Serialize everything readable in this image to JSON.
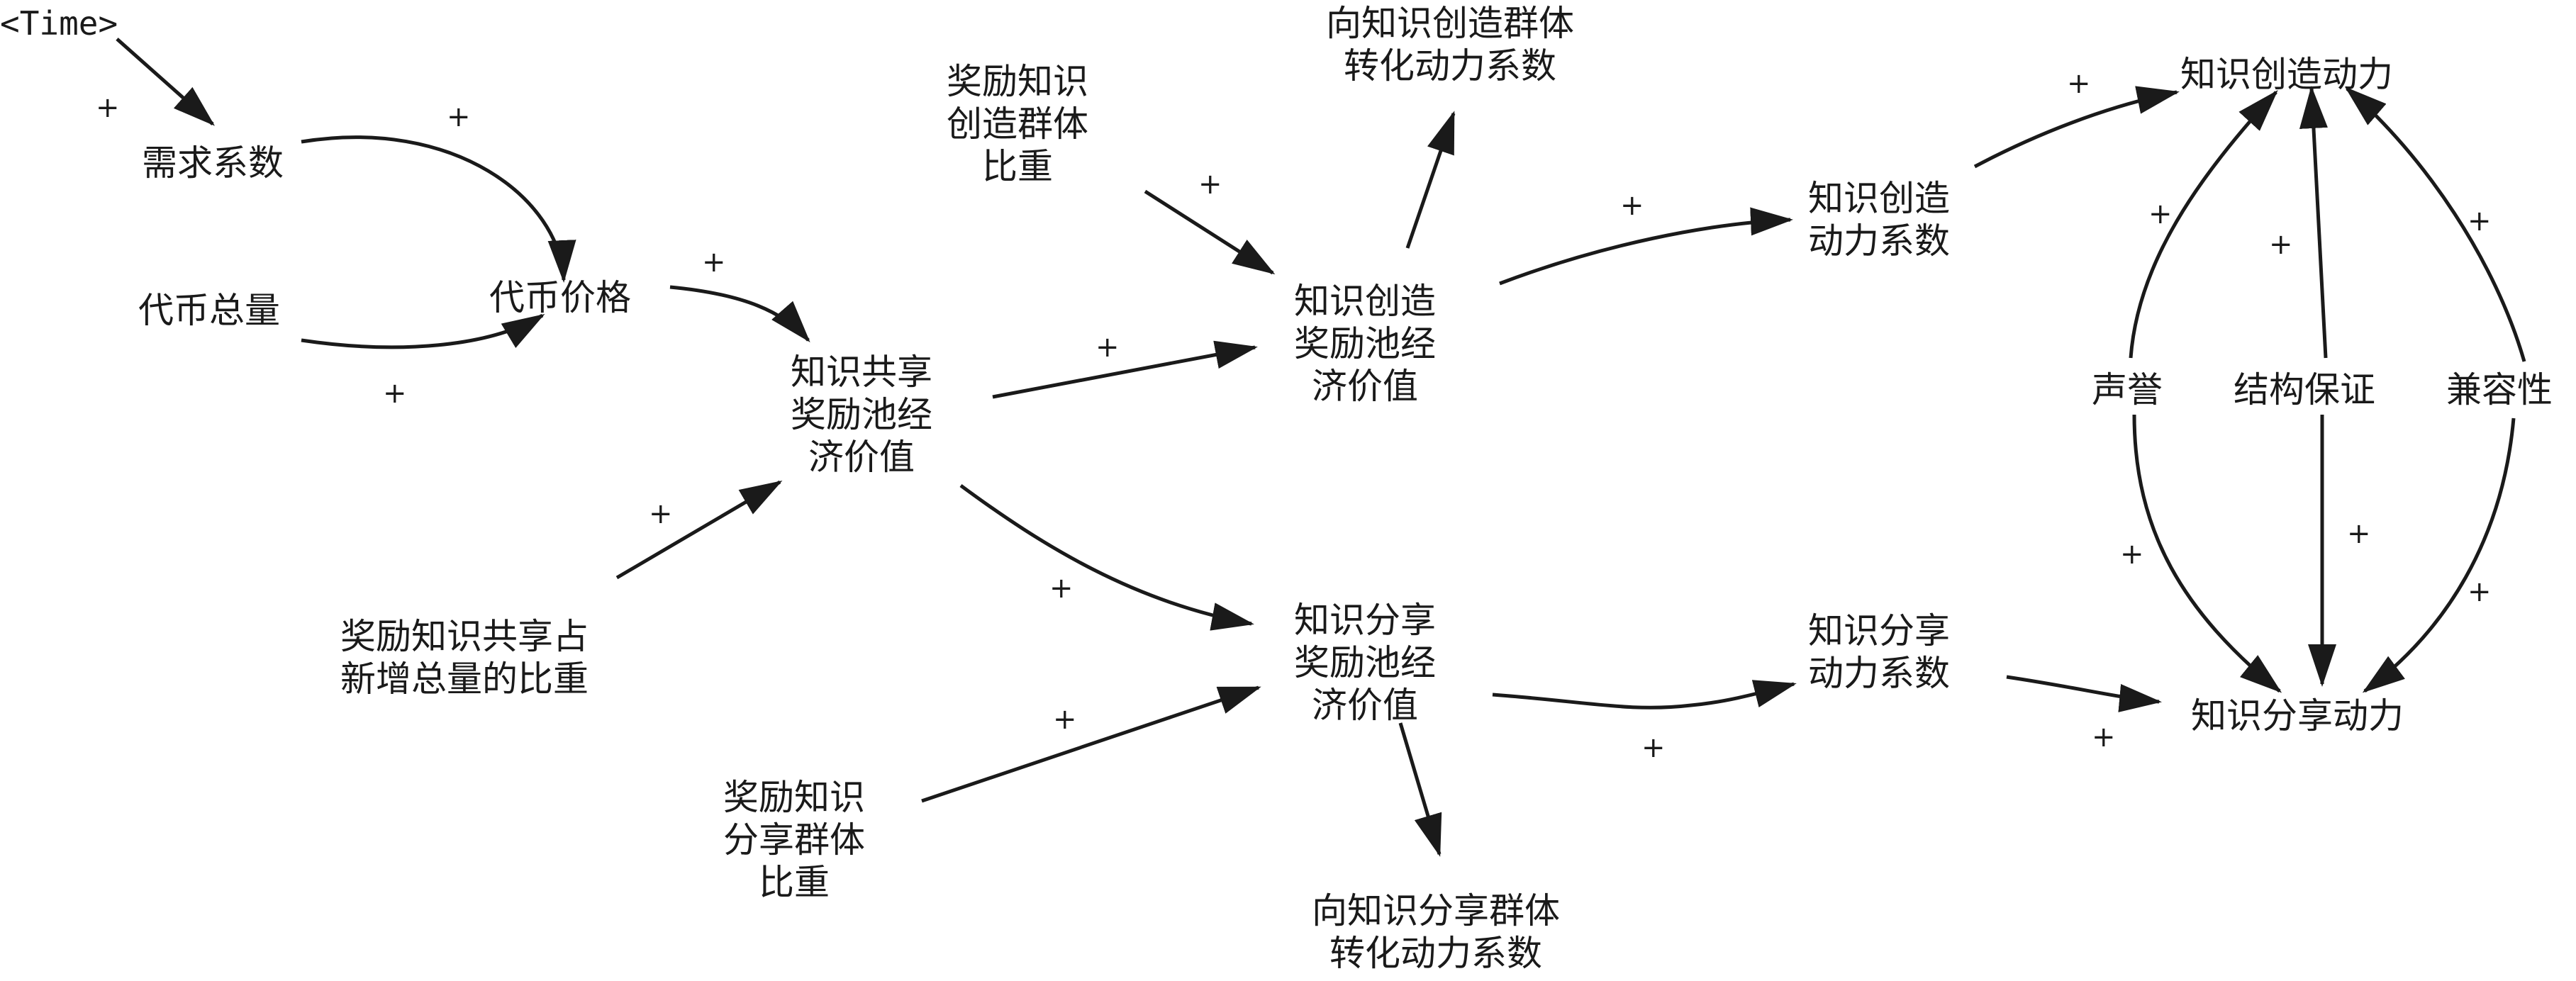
{
  "nodes": {
    "time": "<Time>",
    "demand_coef": "需求系数",
    "token_total": "代币总量",
    "token_price": "代币价格",
    "share_pool_value": "知识共享\n奖励池经\n济价值",
    "reward_share_ratio_new": "奖励知识共享占\n新增总量的比重",
    "reward_create_group_weight": "奖励知识\n创造群体\n比重",
    "create_pool_value": "知识创造\n奖励池经\n济价值",
    "to_create_group_coef": "向知识创造群体\n转化动力系数",
    "share_reward_pool_value": "知识分享\n奖励池经\n济价值",
    "reward_share_group_weight": "奖励知识\n分享群体\n比重",
    "to_share_group_coef": "向知识分享群体\n转化动力系数",
    "create_motive_coef": "知识创造\n动力系数",
    "share_motive_coef": "知识分享\n动力系数",
    "create_motive": "知识创造动力",
    "share_motive": "知识分享动力",
    "reputation": "声誉",
    "structure_guarantee": "结构保证",
    "compatibility": "兼容性"
  },
  "polarity": "+"
}
